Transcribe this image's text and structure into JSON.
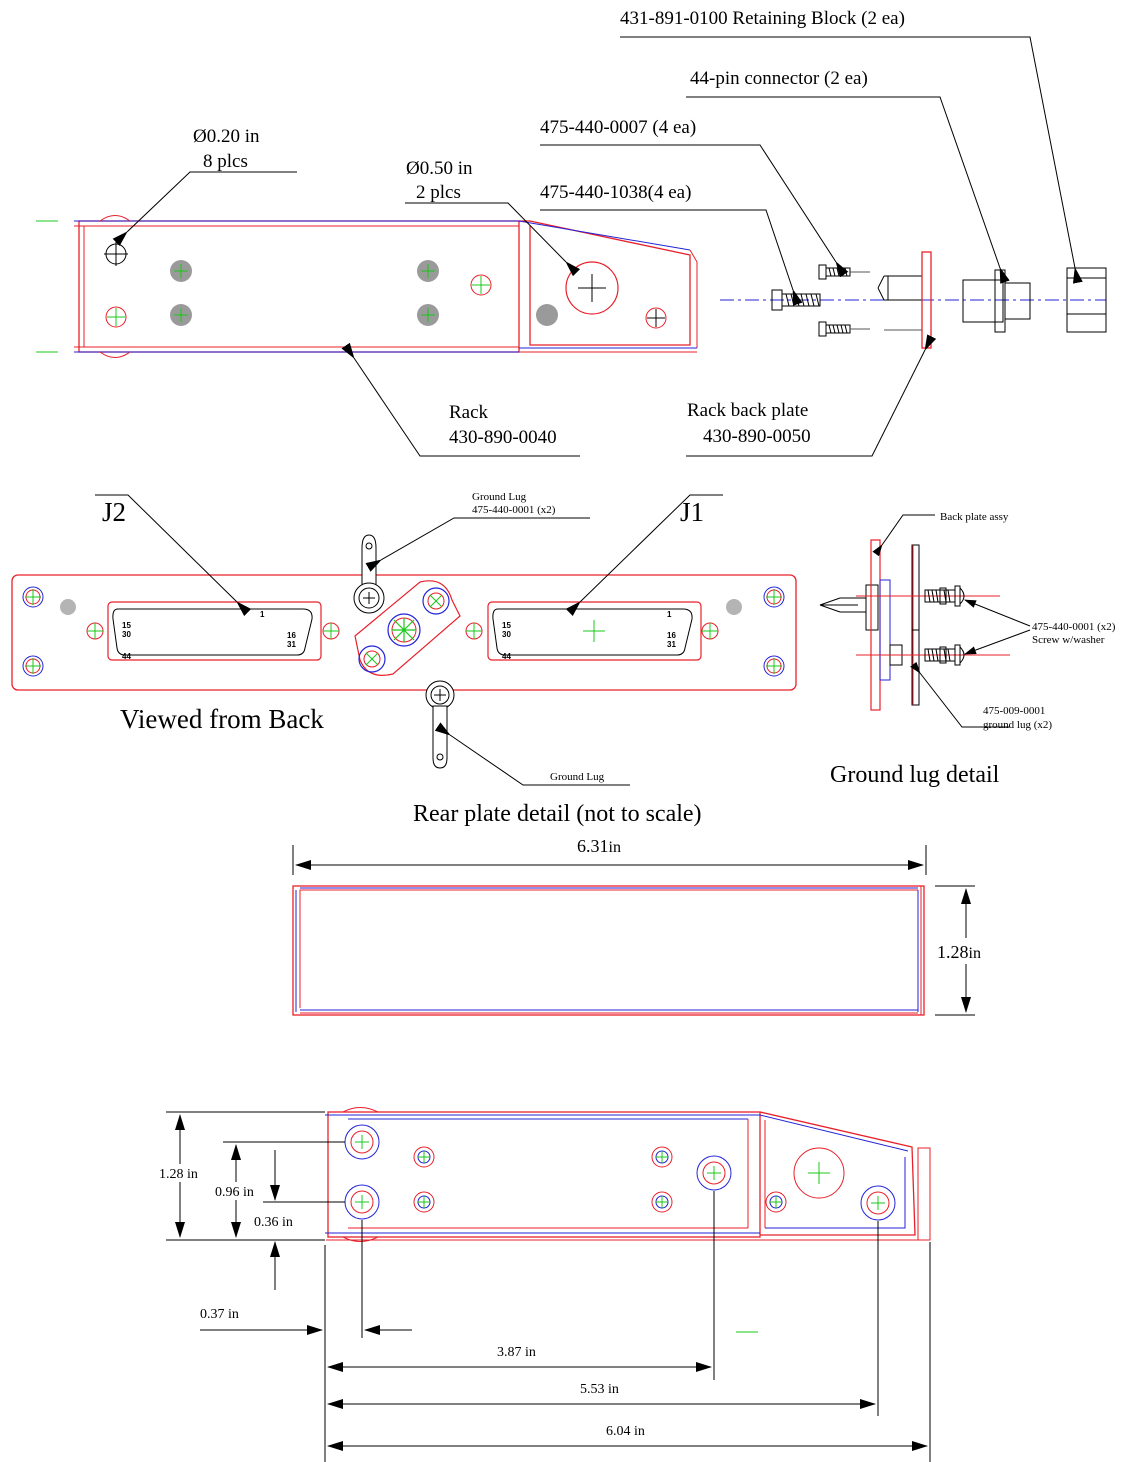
{
  "callouts": {
    "retaining_block": "431-891-0100 Retaining Block (2 ea)",
    "connector_44pin": "44-pin connector (2 ea)",
    "screw_0007": "475-440-0007 (4 ea)",
    "screw_1038": "475-440-1038(4 ea)",
    "hole_small_dia": "Ø0.20 in",
    "hole_small_count": "8 plcs",
    "hole_large_dia": "Ø0.50 in",
    "hole_large_count": "2 plcs",
    "rack_name": "Rack",
    "rack_part": "430-890-0040",
    "back_plate_name": "Rack back plate",
    "back_plate_part": "430-890-0050"
  },
  "rear_plate": {
    "j2": "J2",
    "j1": "J1",
    "ground_lug_top_1": "Ground Lug",
    "ground_lug_top_2": "475-440-0001 (x2)",
    "ground_lug_bottom": "Ground Lug",
    "viewed_from": "Viewed from Back",
    "caption": "Rear plate detail (not to scale)",
    "pins": {
      "p1": "1",
      "p15": "15",
      "p30": "30",
      "p16": "16",
      "p31": "31",
      "p44": "44"
    }
  },
  "ground_lug_detail": {
    "back_plate_assy": "Back plate assy",
    "screw_part": "475-440-0001 (x2)",
    "screw_desc": "Screw w/washer",
    "lug_part": "475-009-0001",
    "lug_desc": "ground lug (x2)",
    "caption": "Ground lug detail"
  },
  "top_view": {
    "width_value": "6.31",
    "height_value": "1.28",
    "unit": "in"
  },
  "side_view": {
    "dim_128": "1.28 in",
    "dim_096": "0.96 in",
    "dim_036": "0.36 in",
    "dim_037": "0.37 in",
    "dim_387": "3.87 in",
    "dim_553": "5.53 in",
    "dim_604": "6.04 in"
  },
  "colors": {
    "outline": "#e8202a",
    "inner": "#2323d8",
    "center": "#18c818",
    "leader": "#000000"
  }
}
